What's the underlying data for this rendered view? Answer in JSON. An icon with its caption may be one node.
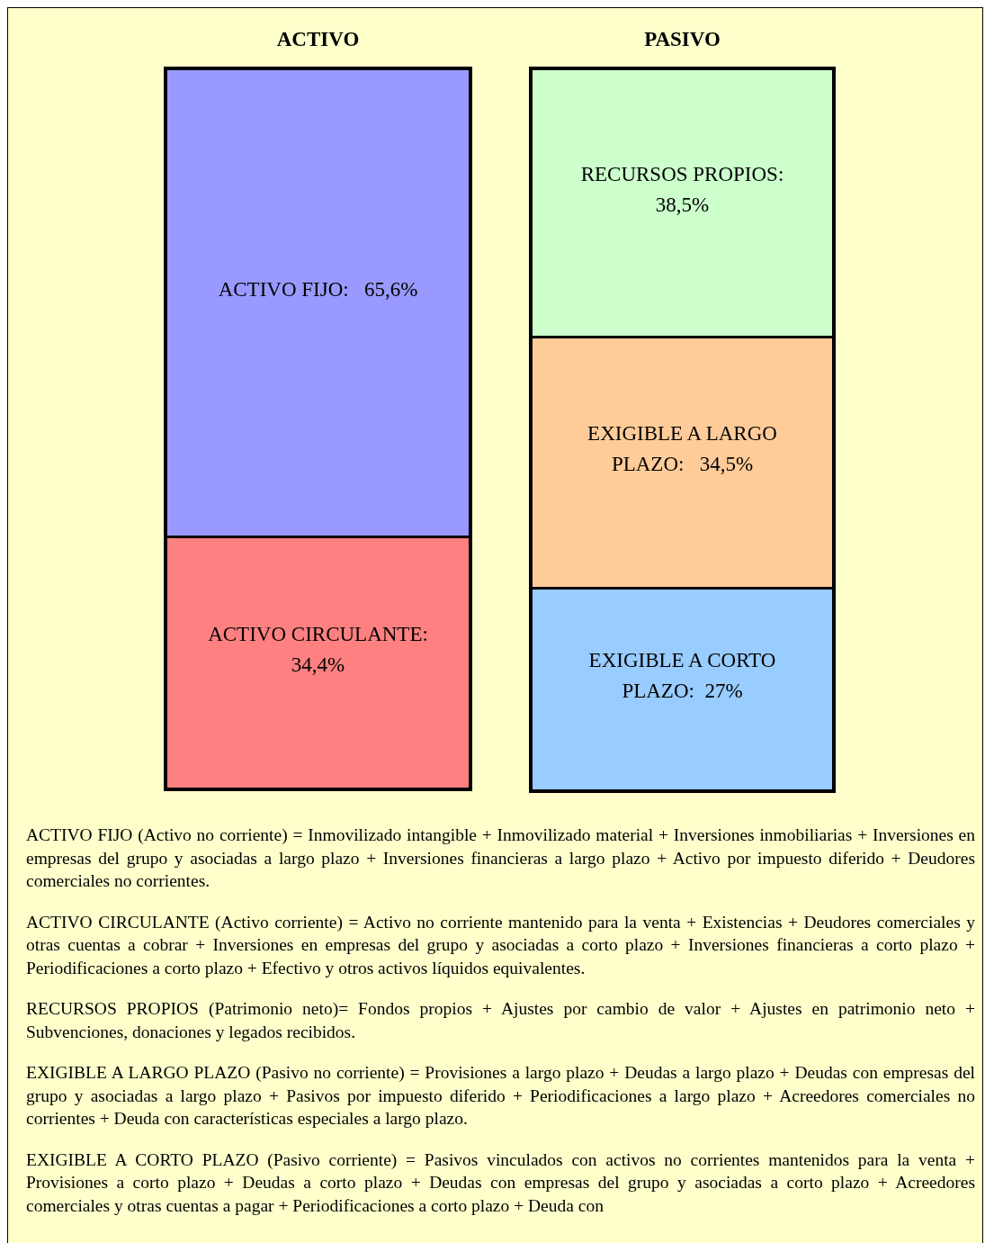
{
  "diagram": {
    "nodes": [
      {
        "text": [
          "ACTIVO"
        ]
      },
      {
        "text": [
          "ACTIVO FIJO:   65,6%"
        ],
        "in": 0
      },
      {
        "text": [
          "ACTIVO CIRCULANTE: 34,4%"
        ],
        "in": 0
      },
      {
        "text": [
          "PASIVO"
        ]
      },
      {
        "text": [
          "RECURSOS PROPIOS: 38,5%"
        ],
        "in": 3
      },
      {
        "text": [
          "EXIGIBLE A LARGO PLAZO:   34,5%"
        ],
        "in": 3
      },
      {
        "text": [
          "EXIGIBLE A CORTO PLAZO:  27%"
        ],
        "in": 3
      }
    ],
    "labels": [
      "ACTIVO FIJO (Activo no corriente) = Inmovilizado intangible + Inmovilizado material + Inversiones inmobiliarias + Inversiones en empresas del grupo y asociadas a largo plazo + Inversiones financieras a largo plazo + Activo por impuesto diferido + Deudores comerciales no corrientes.",
      "ACTIVO CIRCULANTE (Activo corriente) = Activo no corriente mantenido para la venta + Existencias + Deudores comerciales y otras cuentas a cobrar + Inversiones en empresas del grupo y asociadas a corto plazo + Inversiones financieras a corto plazo + Periodificaciones a corto plazo + Efectivo y otros activos líquidos equivalentes.",
      "RECURSOS PROPIOS (Patrimonio neto)= Fondos propios + Ajustes por cambio de valor + Ajustes en patrimonio neto + Subvenciones, donaciones y legados recibidos.",
      "EXIGIBLE A LARGO PLAZO (Pasivo no corriente) = Provisiones a largo plazo + Deudas a largo plazo + Deudas con empresas del grupo y asociadas a largo plazo + Pasivos por impuesto diferido + Periodificaciones a largo plazo + Acreedores comerciales no corrientes + Deuda con características especiales a largo plazo.",
      "EXIGIBLE A CORTO PLAZO (Pasivo corriente) = Pasivos vinculados con activos no corrientes mantenidos para la venta + Provisiones a corto plazo + Deudas a corto plazo + Deudas con empresas del grupo y asociadas a corto plazo + Acreedores comerciales y otras cuentas a pagar + Periodificaciones a corto plazo + Deuda con"
    ]
  }
}
